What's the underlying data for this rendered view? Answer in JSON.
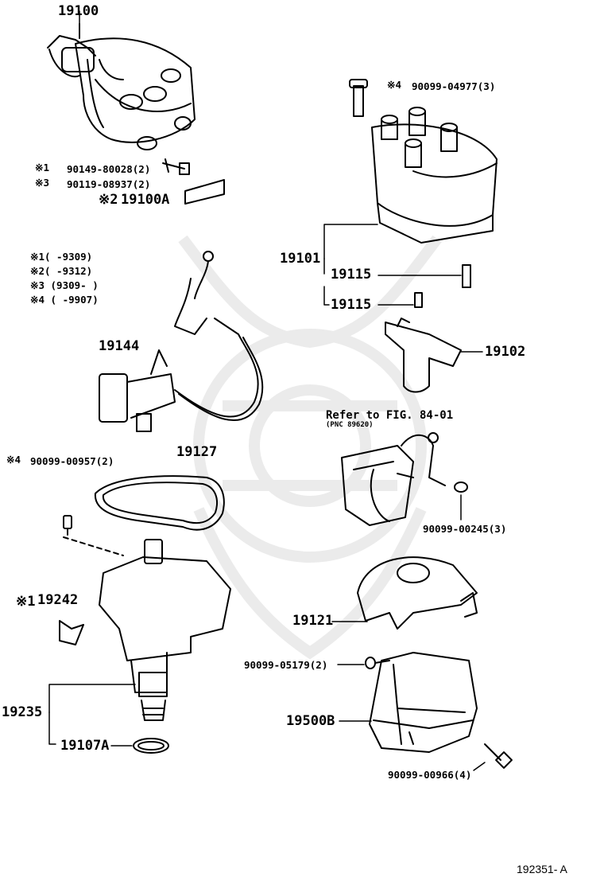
{
  "diagram": {
    "part_labels": {
      "p19100": "19100",
      "p19101": "19101",
      "p19115a": "19115",
      "p19115b": "19115",
      "p19102": "19102",
      "p19144": "19144",
      "p19127": "19127",
      "p19121": "19121",
      "p19242": "19242",
      "p19235": "19235",
      "p19107a": "19107A",
      "p19500b": "19500B",
      "p19100a": "19100A"
    },
    "fastener_labels": {
      "f1": "90149-80028(2)",
      "f3": "90119-08937(2)",
      "f4a": "90099-04977(3)",
      "f4b": "90099-00957(2)",
      "f5": "90099-00245(3)",
      "f6": "90099-05179(2)",
      "f7": "90099-00966(4)"
    },
    "markers": {
      "m1": "※1",
      "m3": "※3",
      "m2": "※2",
      "m4a": "※4",
      "m4b": "※4",
      "m1b": "※1"
    },
    "legend": [
      "※1(     -9309)",
      "※2(     -9312)",
      "※3 (9309-      )",
      "※4 (      -9907)"
    ],
    "reference": {
      "line1": "Refer to FIG. 84-01",
      "line2": "(PNC 89620)"
    },
    "figure_id": "192351- A"
  }
}
